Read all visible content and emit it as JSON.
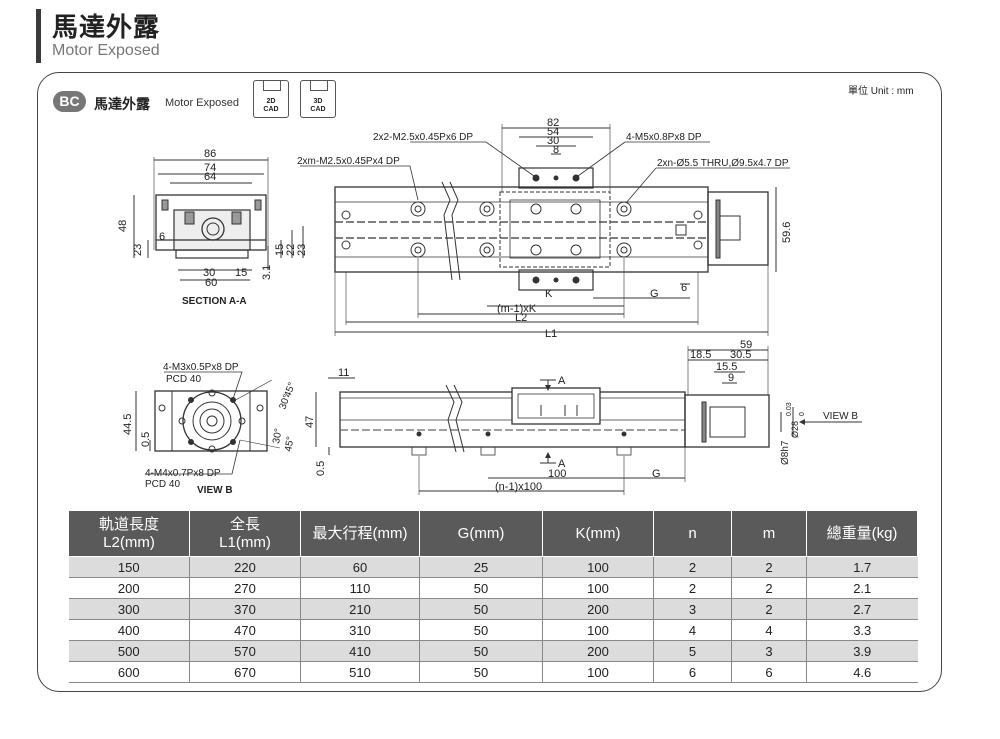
{
  "header": {
    "title": "馬達外露",
    "subtitle": "Motor Exposed"
  },
  "panel": {
    "badge": "BC",
    "title": "馬達外露",
    "subtitle": "Motor Exposed",
    "cad_2d": [
      "2D",
      "CAD"
    ],
    "cad_3d": [
      "3D",
      "CAD"
    ],
    "unit": "單位 Unit : mm"
  },
  "section_view": {
    "dims": [
      "86",
      "74",
      "64",
      "48",
      "23",
      "6",
      "30",
      "15",
      "60",
      "3.1",
      "15",
      "22",
      "23"
    ],
    "caption": "SECTION A-A"
  },
  "top_view": {
    "dims": [
      "82",
      "54",
      "30",
      "8",
      "59.6",
      "K",
      "G",
      "6",
      "(m-1)xK",
      "L2",
      "L1"
    ],
    "notes": {
      "n1": "2x2-M2.5x0.45Px6 DP",
      "n2": "4-M5x0.8Px8 DP",
      "n3": "2xm-M2.5x0.45Px4 DP",
      "n4": "2xn-Ø5.5 THRU,Ø9.5x4.7 DP"
    }
  },
  "view_b": {
    "note1": "4-M3x0.5Px8 DP",
    "pcd1": "PCD 40",
    "note2": "4-M4x0.7Px8 DP",
    "pcd2": "PCD 40",
    "caption": "VIEW B",
    "dims": [
      "44.5",
      "0.5",
      "45°",
      "30°",
      "30°",
      "45°"
    ]
  },
  "side_view": {
    "dims": [
      "11",
      "A",
      "47",
      "0.5",
      "A",
      "100",
      "G",
      "(n-1)x100",
      "59",
      "18.5",
      "30.5",
      "15.5",
      "9",
      "Ø28",
      "0.03",
      "0",
      "Ø8h7"
    ],
    "arrow_label": "VIEW B"
  },
  "spec_table": {
    "headers": [
      [
        "軌道長度",
        "L2(mm)"
      ],
      [
        "全長",
        "L1(mm)"
      ],
      [
        "最大行程(mm)"
      ],
      [
        "G(mm)"
      ],
      [
        "K(mm)"
      ],
      [
        "n"
      ],
      [
        "m"
      ],
      [
        "總重量(kg)"
      ]
    ],
    "rows": [
      [
        "150",
        "220",
        "60",
        "25",
        "100",
        "2",
        "2",
        "1.7"
      ],
      [
        "200",
        "270",
        "110",
        "50",
        "100",
        "2",
        "2",
        "2.1"
      ],
      [
        "300",
        "370",
        "210",
        "50",
        "200",
        "3",
        "2",
        "2.7"
      ],
      [
        "400",
        "470",
        "310",
        "50",
        "100",
        "4",
        "4",
        "3.3"
      ],
      [
        "500",
        "570",
        "410",
        "50",
        "200",
        "5",
        "3",
        "3.9"
      ],
      [
        "600",
        "670",
        "510",
        "50",
        "100",
        "6",
        "6",
        "4.6"
      ]
    ]
  }
}
